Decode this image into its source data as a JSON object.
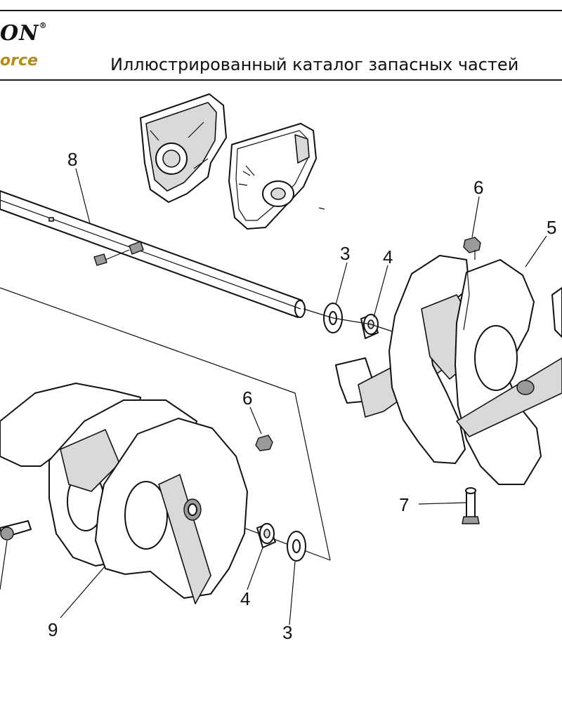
{
  "header": {
    "logo_top": "ON",
    "logo_mark": "®",
    "logo_sub": "orce",
    "title": "Иллюстрированный каталог запасных частей"
  },
  "callouts": [
    {
      "id": "label-8",
      "text": "8"
    },
    {
      "id": "label-3a",
      "text": "3"
    },
    {
      "id": "label-4a",
      "text": "4"
    },
    {
      "id": "label-6a",
      "text": "6"
    },
    {
      "id": "label-5",
      "text": "5"
    },
    {
      "id": "label-6b",
      "text": "6"
    },
    {
      "id": "label-7",
      "text": "7"
    },
    {
      "id": "label-4b",
      "text": "4"
    },
    {
      "id": "label-9",
      "text": "9"
    },
    {
      "id": "label-3b",
      "text": "3"
    }
  ]
}
